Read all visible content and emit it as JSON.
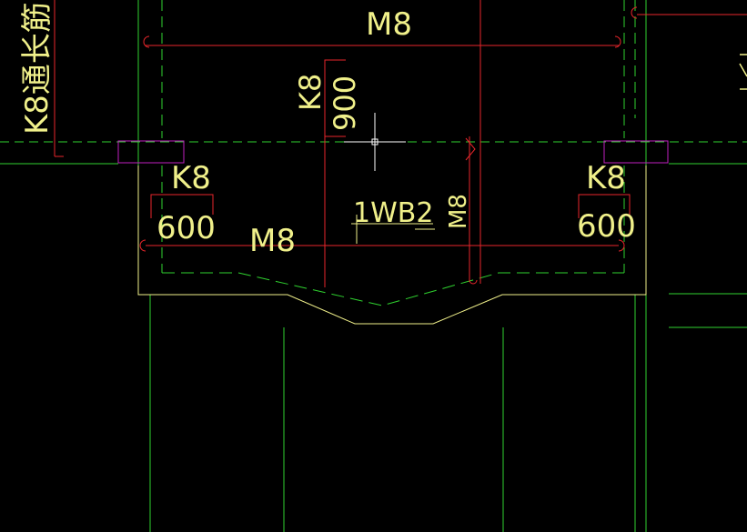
{
  "viewport": {
    "background": "#000000"
  },
  "colors": {
    "rebar_red": "#e8262b",
    "axis_green": "#2fd22f",
    "outline_yellow": "#f0f08a",
    "magenta": "#c020c0",
    "crosshair": "#ffffff"
  },
  "labels": {
    "top_beam_rebar": "M8",
    "left_vertical_note": "K8通长筋",
    "center_vertical_k8": "K8",
    "center_vertical_900": "900",
    "left_k8": "K8",
    "left_600": "600",
    "bottom_m8": "M8",
    "slab_mark": "1WB2",
    "slab_mark_rot": "M8",
    "right_k8": "K8",
    "right_600": "600"
  }
}
